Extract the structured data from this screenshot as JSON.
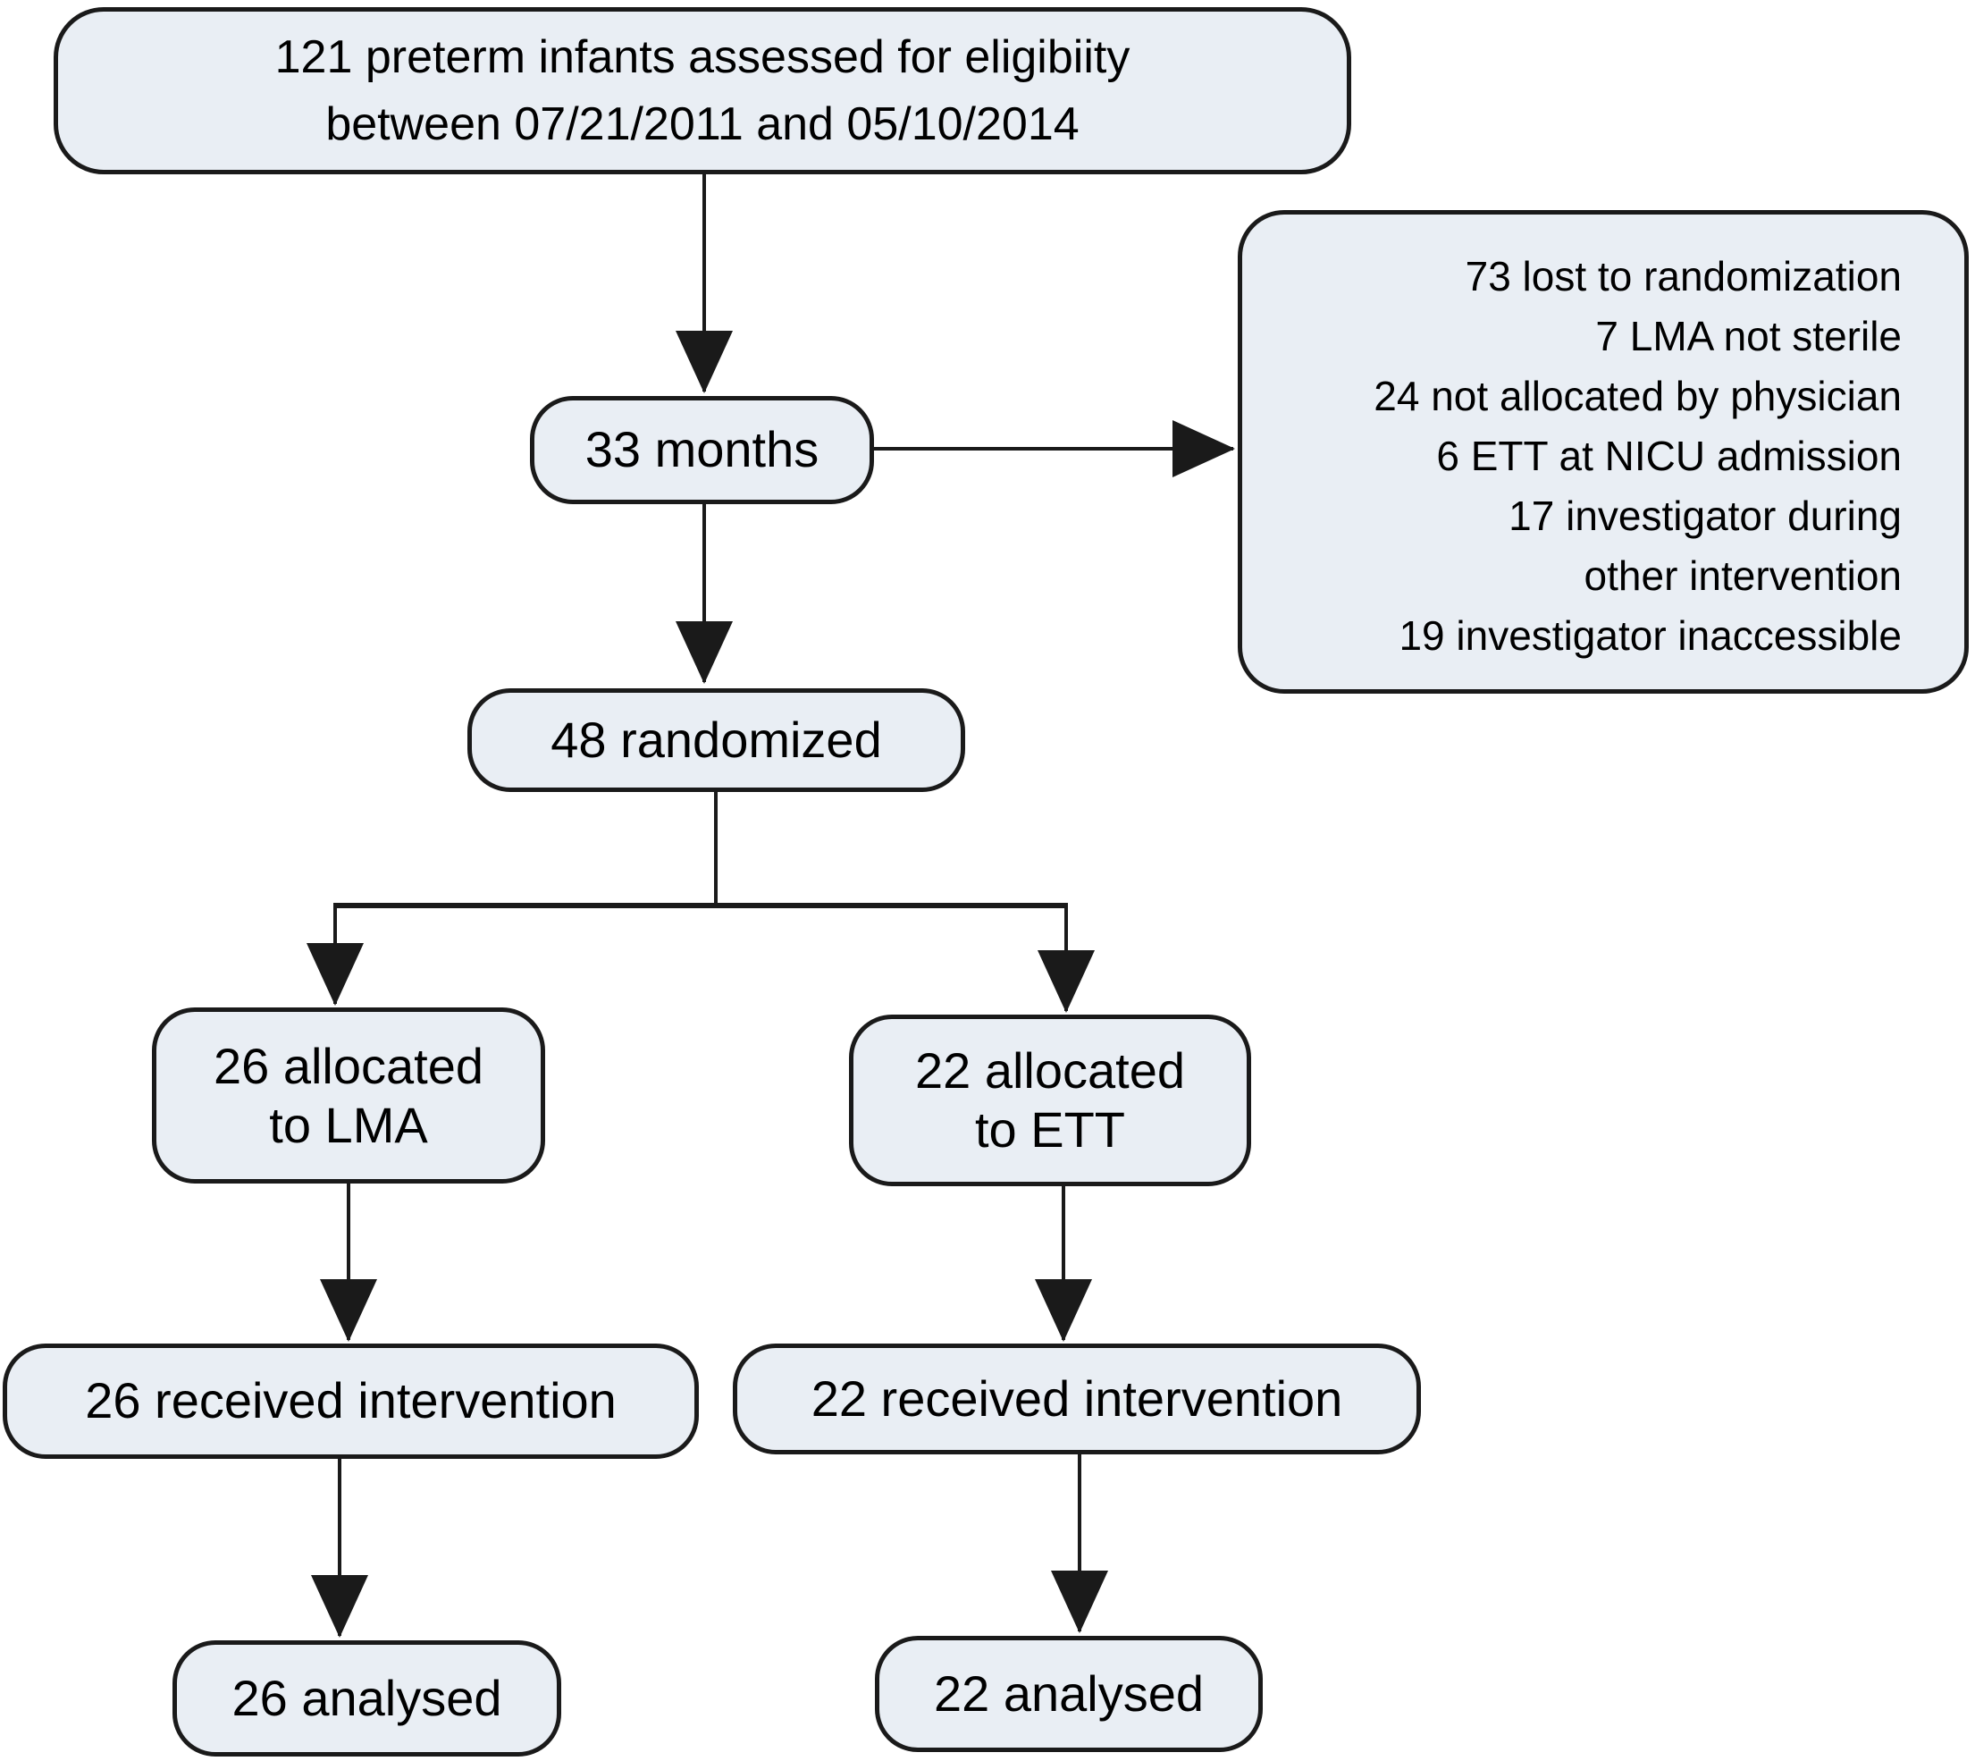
{
  "colors": {
    "background": "#FFFFFF",
    "box_fill": "#E9EEF4",
    "box_border": "#1A1A1A",
    "arrow": "#1A1A1A",
    "text": "#000000"
  },
  "flowchart": {
    "eligibility": {
      "lines": [
        "121 preterm infants assessed for eligibiity",
        "between 07/21/2011 and 05/10/2014"
      ]
    },
    "period": {
      "label": "33 months"
    },
    "exclusions": {
      "lines": [
        "73 lost to randomization",
        "7 LMA not sterile",
        "24 not allocated by physician",
        "6 ETT at NICU admission",
        "17 investigator during",
        "other intervention",
        "19 investigator inaccessible"
      ]
    },
    "randomized": {
      "label": "48 randomized"
    },
    "lma_allocated": {
      "lines": [
        "26 allocated",
        "to LMA"
      ]
    },
    "ett_allocated": {
      "lines": [
        "22 allocated",
        "to ETT"
      ]
    },
    "lma_received": {
      "label": "26 received intervention"
    },
    "ett_received": {
      "label": "22 received intervention"
    },
    "lma_analysed": {
      "label": "26 analysed"
    },
    "ett_analysed": {
      "label": "22 analysed"
    }
  }
}
